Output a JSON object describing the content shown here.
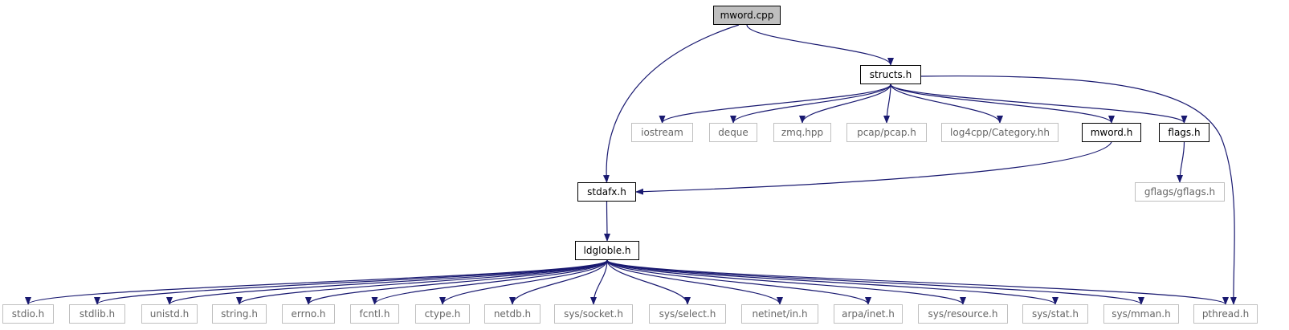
{
  "colors": {
    "edge": "#191970",
    "local_border": "#000000",
    "external_border": "#bfbfbf",
    "root_fill": "#bfbfbf"
  },
  "nodes": {
    "mword_cpp": {
      "label": "mword.cpp",
      "kind": "root"
    },
    "structs_h": {
      "label": "structs.h",
      "kind": "local"
    },
    "stdafx_h": {
      "label": "stdafx.h",
      "kind": "local"
    },
    "mword_h": {
      "label": "mword.h",
      "kind": "local"
    },
    "flags_h": {
      "label": "flags.h",
      "kind": "local"
    },
    "ldgloble_h": {
      "label": "ldgloble.h",
      "kind": "local"
    },
    "iostream": {
      "label": "iostream",
      "kind": "external"
    },
    "deque": {
      "label": "deque",
      "kind": "external"
    },
    "zmq_hpp": {
      "label": "zmq.hpp",
      "kind": "external"
    },
    "pcap_h": {
      "label": "pcap/pcap.h",
      "kind": "external"
    },
    "log4cpp": {
      "label": "log4cpp/Category.hh",
      "kind": "external"
    },
    "gflags_h": {
      "label": "gflags/gflags.h",
      "kind": "external"
    },
    "pthread_h": {
      "label": "pthread.h",
      "kind": "external"
    },
    "stdio_h": {
      "label": "stdio.h",
      "kind": "external"
    },
    "stdlib_h": {
      "label": "stdlib.h",
      "kind": "external"
    },
    "unistd_h": {
      "label": "unistd.h",
      "kind": "external"
    },
    "string_h": {
      "label": "string.h",
      "kind": "external"
    },
    "errno_h": {
      "label": "errno.h",
      "kind": "external"
    },
    "fcntl_h": {
      "label": "fcntl.h",
      "kind": "external"
    },
    "ctype_h": {
      "label": "ctype.h",
      "kind": "external"
    },
    "netdb_h": {
      "label": "netdb.h",
      "kind": "external"
    },
    "socket_h": {
      "label": "sys/socket.h",
      "kind": "external"
    },
    "select_h": {
      "label": "sys/select.h",
      "kind": "external"
    },
    "in_h": {
      "label": "netinet/in.h",
      "kind": "external"
    },
    "inet_h": {
      "label": "arpa/inet.h",
      "kind": "external"
    },
    "resource_h": {
      "label": "sys/resource.h",
      "kind": "external"
    },
    "stat_h": {
      "label": "sys/stat.h",
      "kind": "external"
    },
    "mman_h": {
      "label": "sys/mman.h",
      "kind": "external"
    }
  },
  "edges": [
    [
      "mword_cpp",
      "structs_h"
    ],
    [
      "mword_cpp",
      "stdafx_h"
    ],
    [
      "structs_h",
      "iostream"
    ],
    [
      "structs_h",
      "deque"
    ],
    [
      "structs_h",
      "zmq_hpp"
    ],
    [
      "structs_h",
      "pcap_h"
    ],
    [
      "structs_h",
      "log4cpp"
    ],
    [
      "structs_h",
      "mword_h"
    ],
    [
      "structs_h",
      "flags_h"
    ],
    [
      "structs_h",
      "pthread_h"
    ],
    [
      "mword_h",
      "stdafx_h"
    ],
    [
      "flags_h",
      "gflags_h"
    ],
    [
      "stdafx_h",
      "ldgloble_h"
    ],
    [
      "ldgloble_h",
      "stdio_h"
    ],
    [
      "ldgloble_h",
      "stdlib_h"
    ],
    [
      "ldgloble_h",
      "unistd_h"
    ],
    [
      "ldgloble_h",
      "string_h"
    ],
    [
      "ldgloble_h",
      "errno_h"
    ],
    [
      "ldgloble_h",
      "fcntl_h"
    ],
    [
      "ldgloble_h",
      "ctype_h"
    ],
    [
      "ldgloble_h",
      "netdb_h"
    ],
    [
      "ldgloble_h",
      "socket_h"
    ],
    [
      "ldgloble_h",
      "select_h"
    ],
    [
      "ldgloble_h",
      "in_h"
    ],
    [
      "ldgloble_h",
      "inet_h"
    ],
    [
      "ldgloble_h",
      "resource_h"
    ],
    [
      "ldgloble_h",
      "stat_h"
    ],
    [
      "ldgloble_h",
      "mman_h"
    ],
    [
      "ldgloble_h",
      "pthread_h"
    ]
  ]
}
